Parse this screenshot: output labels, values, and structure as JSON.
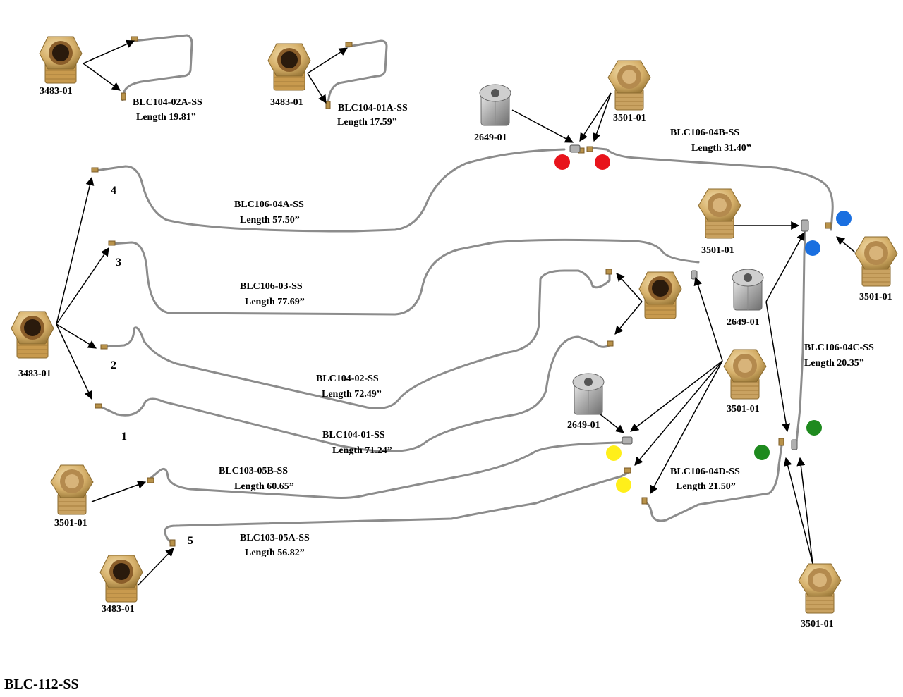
{
  "kit_number": "BLC-112-SS",
  "lines": {
    "l104_02a": {
      "part": "BLC104-02A-SS",
      "length": "Length 19.81”"
    },
    "l104_01a": {
      "part": "BLC104-01A-SS",
      "length": "Length 17.59”"
    },
    "l106_04b": {
      "part": "BLC106-04B-SS",
      "length": "Length 31.40”"
    },
    "l106_04a": {
      "part": "BLC106-04A-SS",
      "length": "Length 57.50”"
    },
    "l106_03": {
      "part": "BLC106-03-SS",
      "length": "Length 77.69”"
    },
    "l104_02": {
      "part": "BLC104-02-SS",
      "length": "Length 72.49”"
    },
    "l104_01": {
      "part": "BLC104-01-SS",
      "length": "Length 71.24”"
    },
    "l106_04c": {
      "part": "BLC106-04C-SS",
      "length": "Length 20.35”"
    },
    "l103_05b": {
      "part": "BLC103-05B-SS",
      "length": "Length 60.65”"
    },
    "l106_04d": {
      "part": "BLC106-04D-SS",
      "length": "Length 21.50”"
    },
    "l103_05a": {
      "part": "BLC103-05A-SS",
      "length": "Length 56.82”"
    }
  },
  "fittings": {
    "f3483_a": "3483-01",
    "f3483_b": "3483-01",
    "f3483_c": "3483-01",
    "f3483_d": "3483-01",
    "f2649_a": "2649-01",
    "f3501_a": "3501-01",
    "f3501_b": "3501-01",
    "f3501_c": "3501-01",
    "f2649_b": "2649-01",
    "f3501_d": "3501-01",
    "f2649_c": "2649-01",
    "f3501_e": "3501-01",
    "f3501_f": "3501-01"
  },
  "port_numbers": {
    "p1": "1",
    "p2": "2",
    "p3": "3",
    "p4": "4",
    "p5": "5"
  },
  "colors": {
    "tube": "#8c8c8c",
    "brass": "#c9a25a",
    "brass_light": "#e8c98a",
    "steel": "#a9a9a9",
    "marker_red": "#e8141c",
    "marker_blue": "#1a6fe0",
    "marker_green": "#1e8a1e",
    "marker_yellow": "#ffef1a"
  }
}
